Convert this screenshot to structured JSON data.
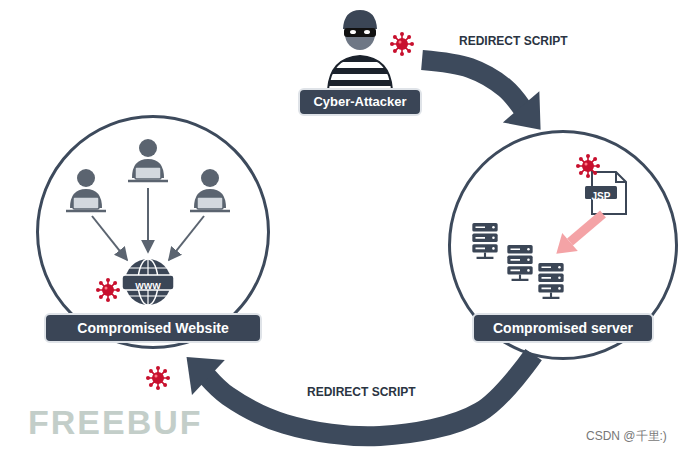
{
  "diagram": {
    "nodes": [
      {
        "text": [
          "Cyber-Attacker"
        ]
      },
      {
        "text": [
          "Compromised Website"
        ]
      },
      {
        "text": [
          "Compromised server"
        ]
      }
    ],
    "edges": [
      {
        "from": 0,
        "to": 2,
        "label": "REDIRECT SCRIPT",
        "arrow": "to"
      },
      {
        "from": 2,
        "to": 1,
        "label": "REDIRECT SCRIPT",
        "arrow": "to"
      }
    ],
    "labels": [
      "WWW",
      "JSP",
      "FREEBUF",
      "CSDN @千里:)"
    ]
  }
}
